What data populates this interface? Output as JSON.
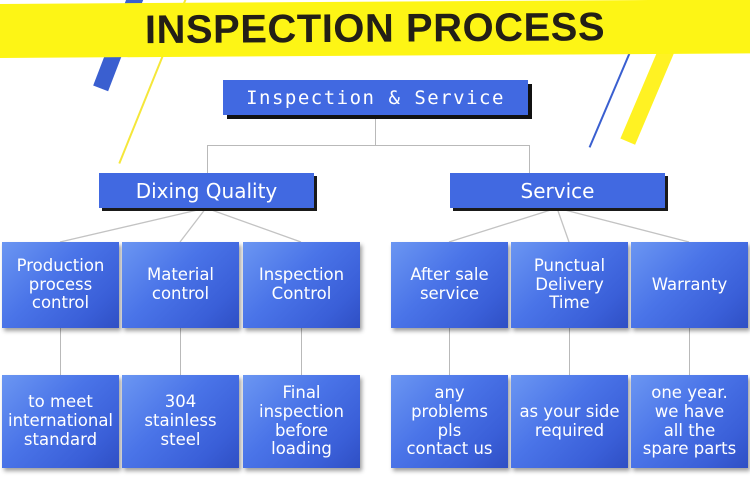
{
  "title": {
    "text": "INSPECTION PROCESS",
    "banner_color": "#fdf515",
    "text_color": "#231f16"
  },
  "colors": {
    "node_blue": "#4169e1",
    "node_gradient_light": "#6b96f2",
    "node_gradient_dark": "#2f4fc4",
    "connector_gray": "#b9b9b9",
    "deco_yellow": "#fff223",
    "deco_blue": "#3a5fd0",
    "background": "#ffffff"
  },
  "chart_data": {
    "type": "diagram",
    "diagram_kind": "org-chart",
    "title": "INSPECTION PROCESS",
    "root": "Inspection & Service",
    "branches": [
      {
        "label": "Dixing Quality",
        "children": [
          {
            "label": "Production process control",
            "detail": "to meet international standard"
          },
          {
            "label": "Material control",
            "detail": "304 stainless steel"
          },
          {
            "label": "Inspection Control",
            "detail": "Final inspection before loading"
          }
        ]
      },
      {
        "label": "Service",
        "children": [
          {
            "label": "After sale service",
            "detail": "any problems pls contact us"
          },
          {
            "label": "Punctual Delivery Time",
            "detail": "as your side required"
          },
          {
            "label": "Warranty",
            "detail": "one year. we have all the spare parts"
          }
        ]
      }
    ]
  },
  "nodes": {
    "root": {
      "label": "Inspection & Service"
    },
    "level2": {
      "left": {
        "label": "Dixing Quality"
      },
      "right": {
        "label": "Service"
      }
    },
    "level3": [
      {
        "label": "Production\nprocess\ncontrol"
      },
      {
        "label": "Material\ncontrol"
      },
      {
        "label": "Inspection\nControl"
      },
      {
        "label": "After sale\nservice"
      },
      {
        "label": "Punctual\nDelivery\nTime"
      },
      {
        "label": "Warranty"
      }
    ],
    "level4": [
      {
        "label": "to meet\ninternational\nstandard"
      },
      {
        "label": "304\nstainless\nsteel"
      },
      {
        "label": "Final\ninspection\nbefore\nloading"
      },
      {
        "label": "any problems\npls\ncontact us"
      },
      {
        "label": "as your side\nrequired"
      },
      {
        "label": "one year.\nwe have\nall the\nspare parts"
      }
    ]
  }
}
